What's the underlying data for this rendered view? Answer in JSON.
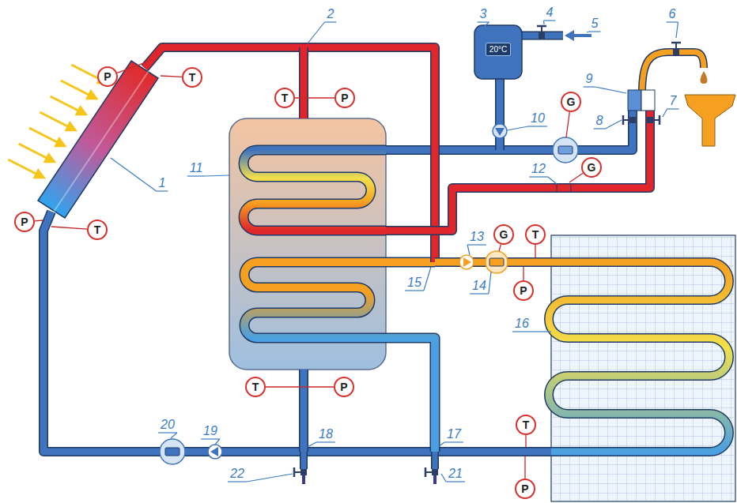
{
  "diagram": {
    "nodes": [
      {
        "text": [
          "20°C"
        ]
      },
      {
        "text": [
          "P"
        ]
      },
      {
        "text": [
          "T"
        ]
      },
      {
        "text": [
          "T"
        ]
      },
      {
        "text": [
          "P"
        ]
      },
      {
        "text": [
          "G"
        ]
      },
      {
        "text": [
          "G"
        ]
      },
      {
        "text": [
          "P"
        ]
      },
      {
        "text": [
          "T"
        ]
      },
      {
        "text": [
          "G"
        ]
      },
      {
        "text": [
          "T"
        ]
      },
      {
        "text": [
          "P"
        ]
      },
      {
        "text": [
          "T"
        ]
      },
      {
        "text": [
          "P"
        ]
      },
      {
        "text": [
          "T"
        ]
      },
      {
        "text": [
          "P"
        ]
      }
    ],
    "edges": [
      {
        "from": 3,
        "to": 4,
        "arrow": "none"
      },
      {
        "from": 12,
        "to": 13,
        "arrow": "none"
      }
    ],
    "labels": [
      "1",
      "2",
      "3",
      "4",
      "5",
      "6",
      "7",
      "8",
      "9",
      "10",
      "11",
      "12",
      "13",
      "14",
      "15",
      "16",
      "17",
      "18",
      "19",
      "20",
      "21",
      "22"
    ]
  }
}
